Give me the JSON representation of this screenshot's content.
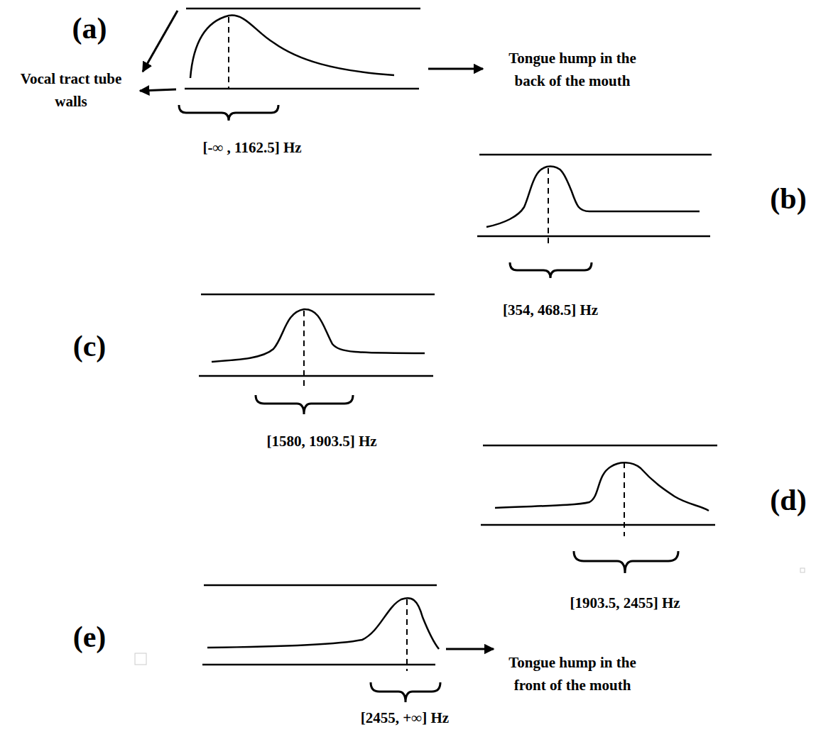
{
  "diagram": {
    "labels": [
      "(a)",
      "Vocal tract tube walls",
      "Tongue hump in the back of the mouth",
      "[-∞ , 1162.5] Hz",
      "(b)",
      "[354, 468.5] Hz",
      "(c)",
      "[1580, 1903.5] Hz",
      "(d)",
      "[1903.5, 2455] Hz",
      "(e)",
      "Tongue hump in the front of the mouth",
      "[2455, +∞] Hz"
    ]
  }
}
